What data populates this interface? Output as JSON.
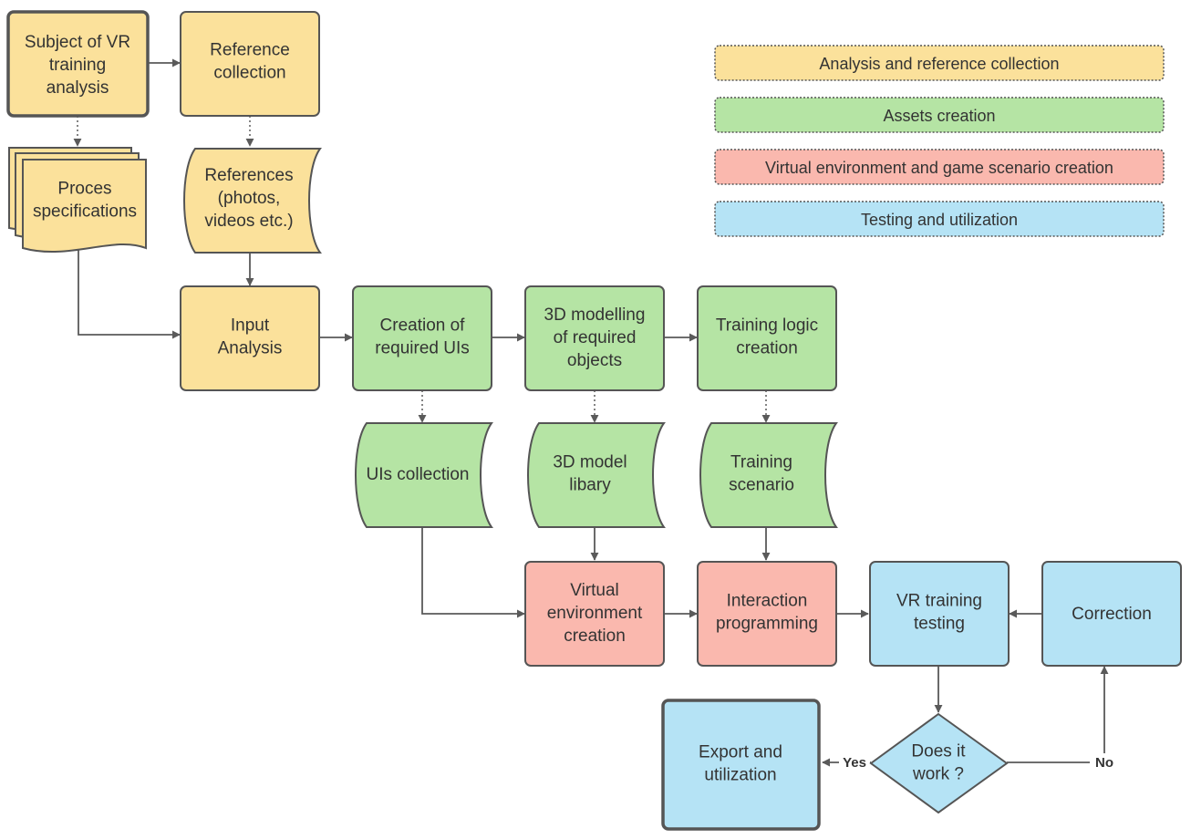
{
  "colors": {
    "analysis": "#fbe19b",
    "assets": "#b5e4a4",
    "environment": "#fab8ae",
    "testing": "#b5e3f5",
    "stroke": "#555555",
    "arrow": "#5a5a5a"
  },
  "legend": [
    {
      "label": "Analysis and reference collection",
      "color": "#fbe19b"
    },
    {
      "label": "Assets creation",
      "color": "#b5e4a4"
    },
    {
      "label": "Virtual environment and game scenario creation",
      "color": "#fab8ae"
    },
    {
      "label": "Testing and utilization",
      "color": "#b5e3f5"
    }
  ],
  "nodes": {
    "subject": {
      "lines": [
        "Subject of VR",
        "training",
        "analysis"
      ],
      "color": "#fbe19b"
    },
    "reference_collection": {
      "lines": [
        "Reference",
        "collection"
      ],
      "color": "#fbe19b"
    },
    "proces_specifications": {
      "lines": [
        "Proces",
        "specifications"
      ],
      "color": "#fbe19b"
    },
    "references": {
      "lines": [
        "References",
        "(photos,",
        "videos etc.)"
      ],
      "color": "#fbe19b"
    },
    "input_analysis": {
      "lines": [
        "Input",
        "Analysis"
      ],
      "color": "#fbe19b"
    },
    "creation_uis": {
      "lines": [
        "Creation of",
        "required UIs"
      ],
      "color": "#b5e4a4"
    },
    "modelling": {
      "lines": [
        "3D modelling",
        "of required",
        "objects"
      ],
      "color": "#b5e4a4"
    },
    "training_logic": {
      "lines": [
        "Training logic",
        "creation"
      ],
      "color": "#b5e4a4"
    },
    "uis_collection": {
      "lines": [
        "UIs collection"
      ],
      "color": "#b5e4a4"
    },
    "model_libary": {
      "lines": [
        "3D model",
        "libary"
      ],
      "color": "#b5e4a4"
    },
    "training_scenario": {
      "lines": [
        "Training",
        "scenario"
      ],
      "color": "#b5e4a4"
    },
    "virtual_env": {
      "lines": [
        "Virtual",
        "environment",
        "creation"
      ],
      "color": "#fab8ae"
    },
    "interaction": {
      "lines": [
        "Interaction",
        "programming"
      ],
      "color": "#fab8ae"
    },
    "vr_testing": {
      "lines": [
        "VR training",
        "testing"
      ],
      "color": "#b5e3f5"
    },
    "correction": {
      "lines": [
        "Correction"
      ],
      "color": "#b5e3f5"
    },
    "decision": {
      "lines": [
        "Does it",
        "work ?"
      ],
      "color": "#b5e3f5"
    },
    "export": {
      "lines": [
        "Export and",
        "utilization"
      ],
      "color": "#b5e3f5"
    }
  },
  "branches": {
    "yes": "Yes",
    "no": "No"
  }
}
